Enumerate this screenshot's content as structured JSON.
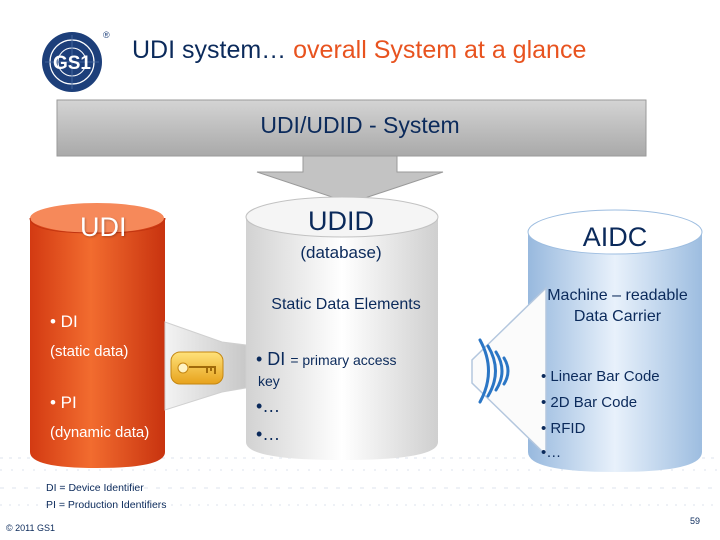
{
  "logo": {
    "text": "GS1",
    "registered": "®"
  },
  "title": {
    "part1": "UDI system…",
    "part2": "overall System at a glance"
  },
  "banner": {
    "label": "UDI/UDID - System"
  },
  "udi": {
    "title": "UDI",
    "di": "• DI",
    "di_desc": "(static data)",
    "pi": "• PI",
    "pi_desc": "(dynamic data)"
  },
  "udid": {
    "title": "UDID",
    "subtitle": "(database)",
    "static_elements": "Static Data Elements",
    "di": "• DI",
    "di_desc": "= primary access",
    "key": "key",
    "bullet1": "•…",
    "bullet2": "•…"
  },
  "aidc": {
    "title": "AIDC",
    "carrier": "Machine – readable Data Carrier",
    "items": [
      "• Linear Bar Code",
      "• 2D Bar Code",
      "• RFID",
      "•…"
    ]
  },
  "footnotes": [
    "DI = Device Identifier",
    "PI = Production Identifiers"
  ],
  "copyright": "© 2011 GS1",
  "page_number": "59",
  "colors": {
    "navy": "#0b2a5b",
    "orange": "#e8531f",
    "banner_gray": "#b3b3b3",
    "cylinder_blue": "#bcd3ec"
  }
}
